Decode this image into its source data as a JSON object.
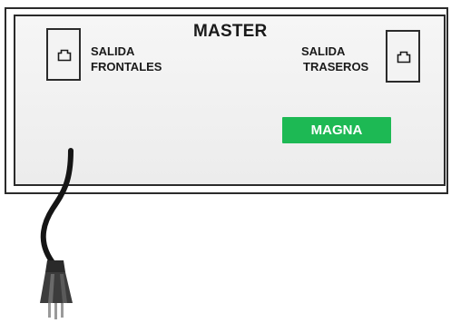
{
  "device": {
    "title": "MASTER",
    "front_output": {
      "line1": "SALIDA",
      "line2": "FRONTALES",
      "icon": "ethernet-port-icon"
    },
    "rear_output": {
      "line1": "SALIDA",
      "line2": "TRASEROS",
      "icon": "ethernet-port-icon"
    },
    "button_label": "MAGNA"
  },
  "colors": {
    "button_bg": "#1db954",
    "outline": "#2b2b2b"
  }
}
